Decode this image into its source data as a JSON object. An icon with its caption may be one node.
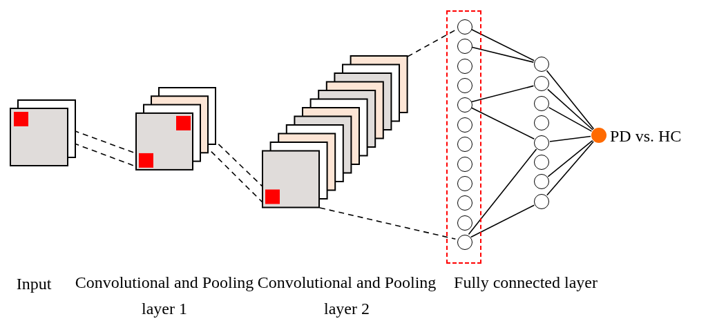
{
  "diagram": {
    "nodes": [
      {
        "text": [],
        "shape": "box"
      },
      {
        "text": [],
        "shape": "box"
      },
      {
        "text": [],
        "shape": "box"
      },
      {
        "text": [],
        "shape": "box"
      },
      {
        "text": [],
        "shape": "circle",
        "in": 3
      },
      {
        "text": [],
        "shape": "circle",
        "in": 3
      },
      {
        "text": [],
        "shape": "circle",
        "in": 3
      },
      {
        "text": [],
        "shape": "circle",
        "in": 3
      },
      {
        "text": [],
        "shape": "circle",
        "in": 3
      },
      {
        "text": [],
        "shape": "circle",
        "in": 3
      },
      {
        "text": [],
        "shape": "circle",
        "in": 3
      },
      {
        "text": [],
        "shape": "circle",
        "in": 3
      },
      {
        "text": [],
        "shape": "circle",
        "in": 3
      },
      {
        "text": [],
        "shape": "circle",
        "in": 3
      },
      {
        "text": [],
        "shape": "circle",
        "in": 3
      },
      {
        "text": [],
        "shape": "circle",
        "in": 3
      },
      {
        "text": [],
        "shape": "circle"
      },
      {
        "text": [],
        "shape": "circle"
      },
      {
        "text": [],
        "shape": "circle"
      },
      {
        "text": [],
        "shape": "circle"
      },
      {
        "text": [],
        "shape": "circle"
      },
      {
        "text": [],
        "shape": "circle"
      },
      {
        "text": [],
        "shape": "circle"
      },
      {
        "text": [],
        "shape": "circle"
      },
      {
        "text": [],
        "shape": "circle",
        "beside": [
          "PD vs. HC"
        ]
      }
    ],
    "edges": [
      {
        "from": 0,
        "to": 1,
        "arrow": "none",
        "style": "dashed"
      },
      {
        "from": 0,
        "to": 1,
        "arrow": "none",
        "style": "dashed"
      },
      {
        "from": 1,
        "to": 2,
        "arrow": "none",
        "style": "dashed"
      },
      {
        "from": 1,
        "to": 2,
        "arrow": "none",
        "style": "dashed"
      },
      {
        "from": 2,
        "to": 4,
        "arrow": "none",
        "style": "dashed"
      },
      {
        "from": 2,
        "to": 15,
        "arrow": "none",
        "style": "dashed"
      },
      {
        "from": 4,
        "to": 16,
        "arrow": "none"
      },
      {
        "from": 5,
        "to": 16,
        "arrow": "none"
      },
      {
        "from": 8,
        "to": 17,
        "arrow": "none"
      },
      {
        "from": 8,
        "to": 20,
        "arrow": "none"
      },
      {
        "from": 15,
        "to": 20,
        "arrow": "none"
      },
      {
        "from": 15,
        "to": 23,
        "arrow": "none"
      },
      {
        "from": 16,
        "to": 24,
        "arrow": "none"
      },
      {
        "from": 17,
        "to": 24,
        "arrow": "none"
      },
      {
        "from": 18,
        "to": 24,
        "arrow": "none"
      },
      {
        "from": 20,
        "to": 24,
        "arrow": "none"
      },
      {
        "from": 22,
        "to": 24,
        "arrow": "none"
      },
      {
        "from": 23,
        "to": 24,
        "arrow": "none"
      }
    ],
    "labels": [
      "Input",
      "Convolutional and Pooling layer 1",
      "Convolutional and Pooling layer 2",
      "Fully connected layer"
    ]
  }
}
